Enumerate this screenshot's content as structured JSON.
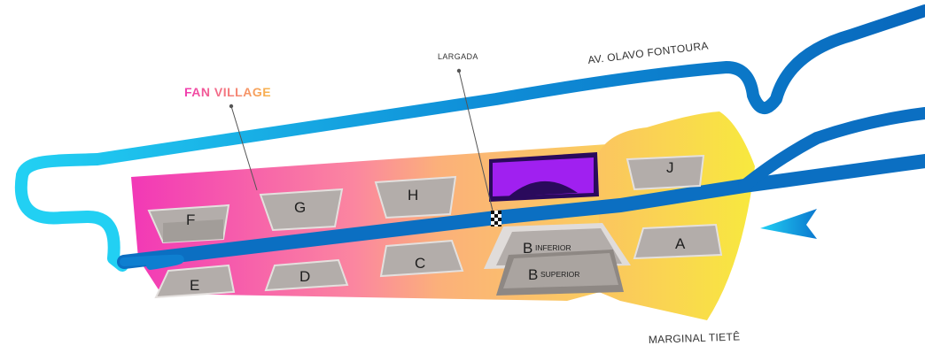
{
  "streets": {
    "top": "AV. OLAVO FONTOURA",
    "bottom": "MARGINAL TIETÊ"
  },
  "poi": {
    "fan_village": "FAN VILLAGE",
    "start": "LARGADA"
  },
  "sectors": {
    "F": "F",
    "G": "G",
    "H": "H",
    "J": "J",
    "E": "E",
    "D": "D",
    "C": "C",
    "A": "A",
    "B_inferior_letter": "B",
    "B_inferior_text": "INFERIOR",
    "B_superior_letter": "B",
    "B_superior_text": "SUPERIOR"
  },
  "colors": {
    "track_dark": "#0a6fc2",
    "track_light": "#1ec8ef",
    "zone_pink": "#f23bb4",
    "zone_orange": "#fbb07a",
    "zone_yellow": "#f9e04a",
    "grandstand_purple": "#9a1fea",
    "stand_gray": "#b3adaa"
  },
  "icons": {
    "start_marker": "checkered-flag-icon",
    "direction": "direction-arrow-icon"
  }
}
